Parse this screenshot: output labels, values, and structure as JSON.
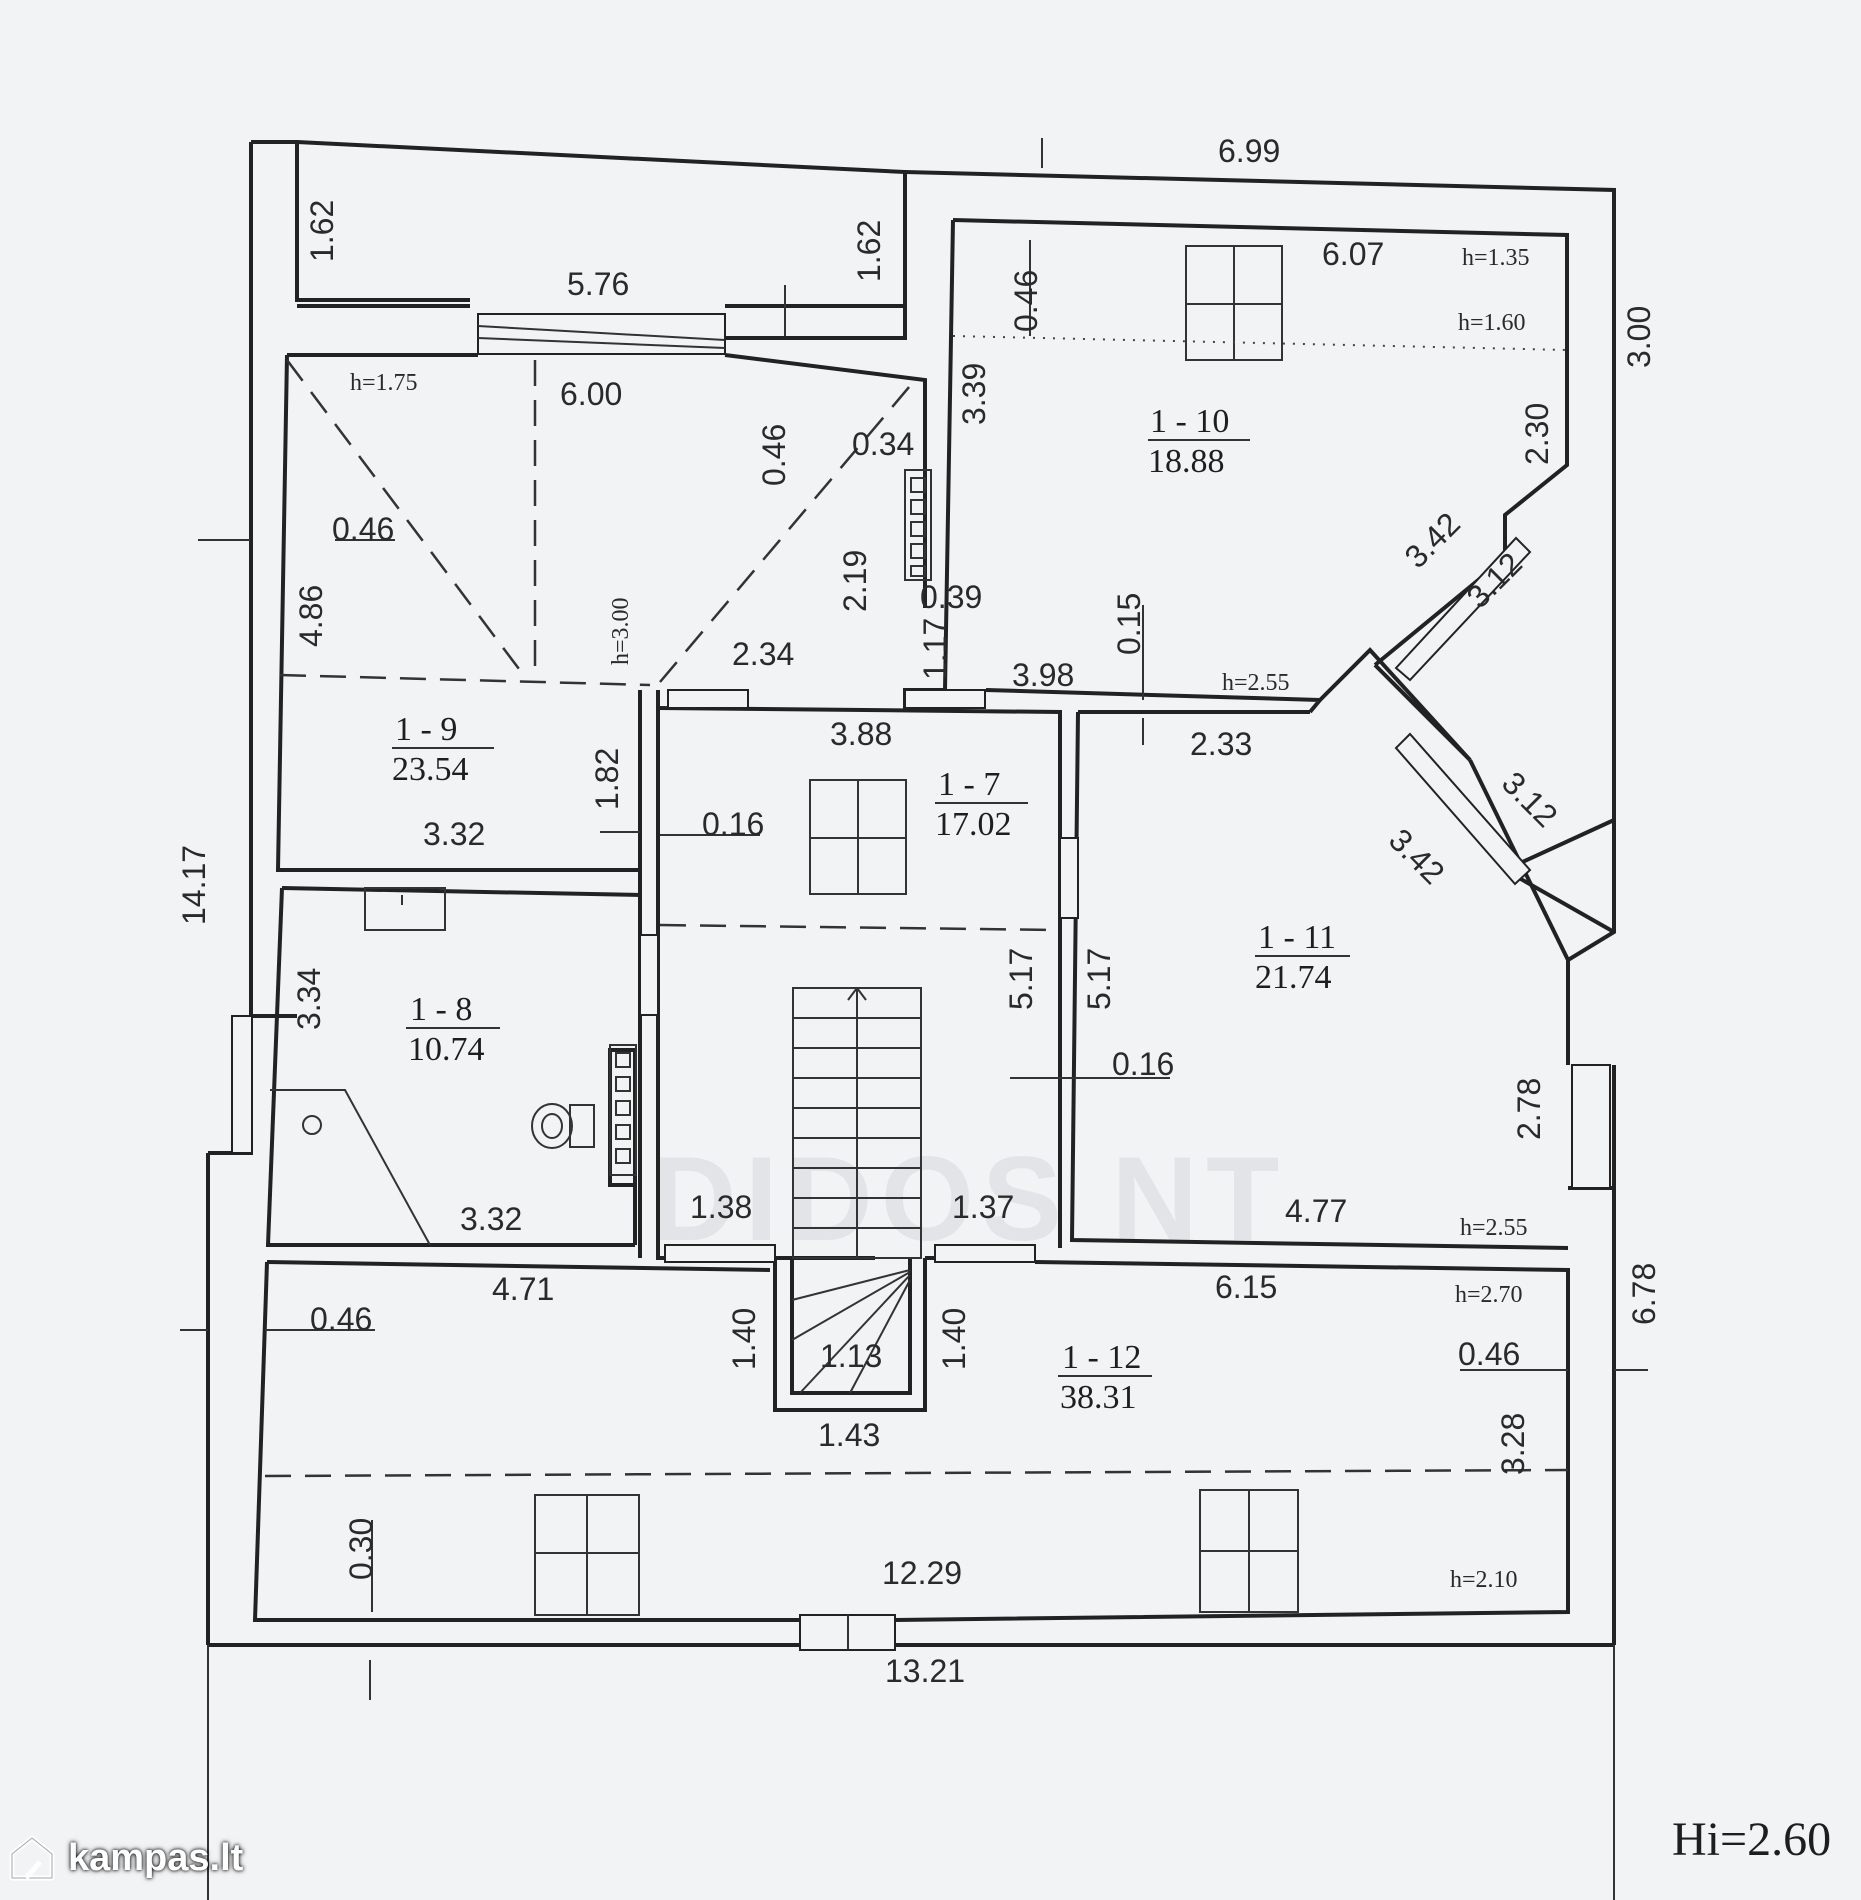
{
  "dimensions": {
    "d699": "6.99",
    "d162a": "1.62",
    "d162b": "1.62",
    "d576": "5.76",
    "d175": "h=1.75",
    "d600": "6.00",
    "d046a": "0.46",
    "d034": "0.34",
    "d046b": "0.46",
    "d486": "4.86",
    "d300h": "h=3.00",
    "d219": "2.19",
    "d234": "2.34",
    "d117": "1.17",
    "d039": "0.39",
    "d182": "1.82",
    "d332a": "3.32",
    "d046c": "0.46",
    "d339": "3.39",
    "d607": "6.07",
    "h135": "h=1.35",
    "h160": "h=1.60",
    "d300r": "3.00",
    "d230": "2.30",
    "d342a": "3.42",
    "d312a": "3.12",
    "d015": "0.15",
    "d398": "3.98",
    "h255a": "h=2.55",
    "d388": "3.88",
    "d233": "2.33",
    "d016a": "0.16",
    "d312b": "3.12",
    "d342b": "3.42",
    "d1417": "14.17",
    "d334": "3.34",
    "d517a": "5.17",
    "d517b": "5.17",
    "d016b": "0.16",
    "d278": "2.78",
    "d332b": "3.32",
    "d138": "1.38",
    "d137": "1.37",
    "d477": "4.77",
    "h255b": "h=2.55",
    "d471": "4.71",
    "d615": "6.15",
    "h270": "h=2.70",
    "d046d": "0.46",
    "d140a": "1.40",
    "d113": "1.13",
    "d140b": "1.40",
    "d046e": "0.46",
    "d678": "6.78",
    "d143": "1.43",
    "d328": "3.28",
    "d030": "0.30",
    "d1229": "12.29",
    "h210": "h=2.10",
    "d1321": "13.21"
  },
  "rooms": [
    {
      "id": "1 - 9",
      "area": "23.54"
    },
    {
      "id": "1 - 8",
      "area": "10.74"
    },
    {
      "id": "1 - 7",
      "area": "17.02"
    },
    {
      "id": "1 - 10",
      "area": "18.88"
    },
    {
      "id": "1 - 11",
      "area": "21.74"
    },
    {
      "id": "1 - 12",
      "area": "38.31"
    }
  ],
  "hi_label": "Hi=2.60",
  "watermark": "DIDOS NT",
  "logo": {
    "text": "kampas.lt",
    "icon": "house-icon"
  }
}
